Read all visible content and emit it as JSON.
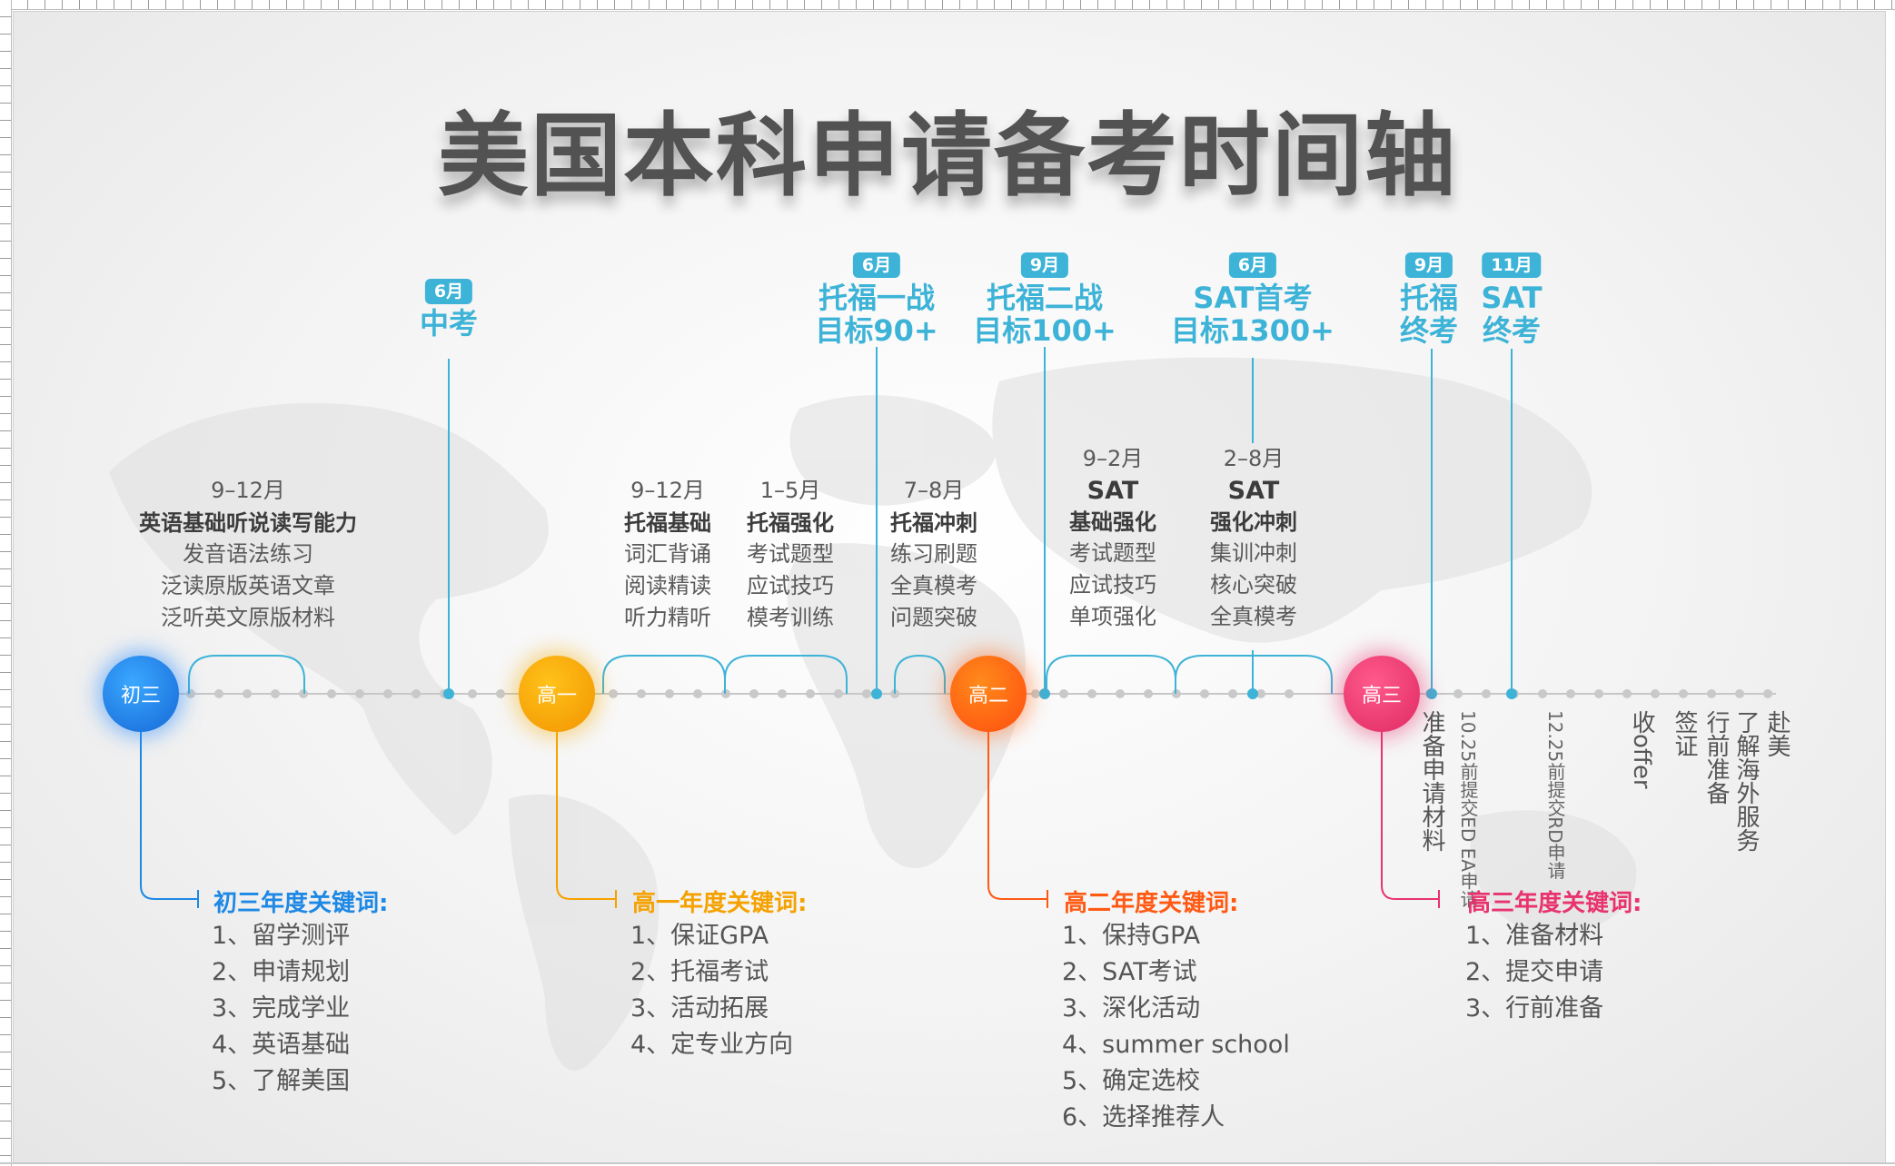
{
  "title": "美国本科申请备考时间轴",
  "colors": {
    "blue": "#1e88e5",
    "orange": "#f5a200",
    "red_orange": "#ff5a14",
    "pink": "#e8336e",
    "cyan": "#3db3d7",
    "axis": "#c7c7c7"
  },
  "stages": [
    {
      "label": "初三",
      "keywords_title": "初三年度关键词:",
      "keywords": [
        "1、留学测评",
        "2、申请规划",
        "3、完成学业",
        "4、英语基础",
        "5、了解美国"
      ]
    },
    {
      "label": "高一",
      "keywords_title": "高一年度关键词:",
      "keywords": [
        "1、保证GPA",
        "2、托福考试",
        "3、活动拓展",
        "4、定专业方向"
      ]
    },
    {
      "label": "高二",
      "keywords_title": "高二年度关键词:",
      "keywords": [
        "1、保持GPA",
        "2、SAT考试",
        "3、深化活动",
        "4、summer school",
        "5、确定选校",
        "6、选择推荐人"
      ]
    },
    {
      "label": "高三",
      "keywords_title": "高三年度关键词:",
      "keywords": [
        "1、准备材料",
        "2、提交申请",
        "3、行前准备"
      ]
    }
  ],
  "events": [
    {
      "month": "6月",
      "lines": [
        "中考"
      ]
    },
    {
      "month": "6月",
      "lines": [
        "托福一战",
        "目标90+"
      ]
    },
    {
      "month": "9月",
      "lines": [
        "托福二战",
        "目标100+"
      ]
    },
    {
      "month": "6月",
      "lines": [
        "SAT首考",
        "目标1300+"
      ]
    },
    {
      "month": "9月",
      "lines": [
        "托福",
        "终考"
      ]
    },
    {
      "month": "11月",
      "lines": [
        "SAT",
        "终考"
      ]
    }
  ],
  "periods": [
    {
      "date": "9–12月",
      "heading": "英语基础听说读写能力",
      "items": [
        "发音语法练习",
        "泛读原版英语文章",
        "泛听英文原版材料"
      ]
    },
    {
      "date": "9–12月",
      "heading": "托福基础",
      "items": [
        "词汇背诵",
        "阅读精读",
        "听力精听"
      ]
    },
    {
      "date": "1–5月",
      "heading": "托福强化",
      "items": [
        "考试题型",
        "应试技巧",
        "模考训练"
      ]
    },
    {
      "date": "7–8月",
      "heading": "托福冲刺",
      "items": [
        "练习刷题",
        "全真模考",
        "问题突破"
      ]
    },
    {
      "date": "9–2月",
      "subject": "SAT",
      "heading": "基础强化",
      "items": [
        "考试题型",
        "应试技巧",
        "单项强化"
      ]
    },
    {
      "date": "2–8月",
      "subject": "SAT",
      "heading": "强化冲刺",
      "items": [
        "集训冲刺",
        "核心突破",
        "全真模考"
      ]
    }
  ],
  "final_steps": [
    "准备申请材料",
    "10.25前提交ED EA申请",
    "12.25前提交RD申请",
    "收offer",
    "签证",
    "行前准备",
    "了解海外服务",
    "赴美"
  ]
}
